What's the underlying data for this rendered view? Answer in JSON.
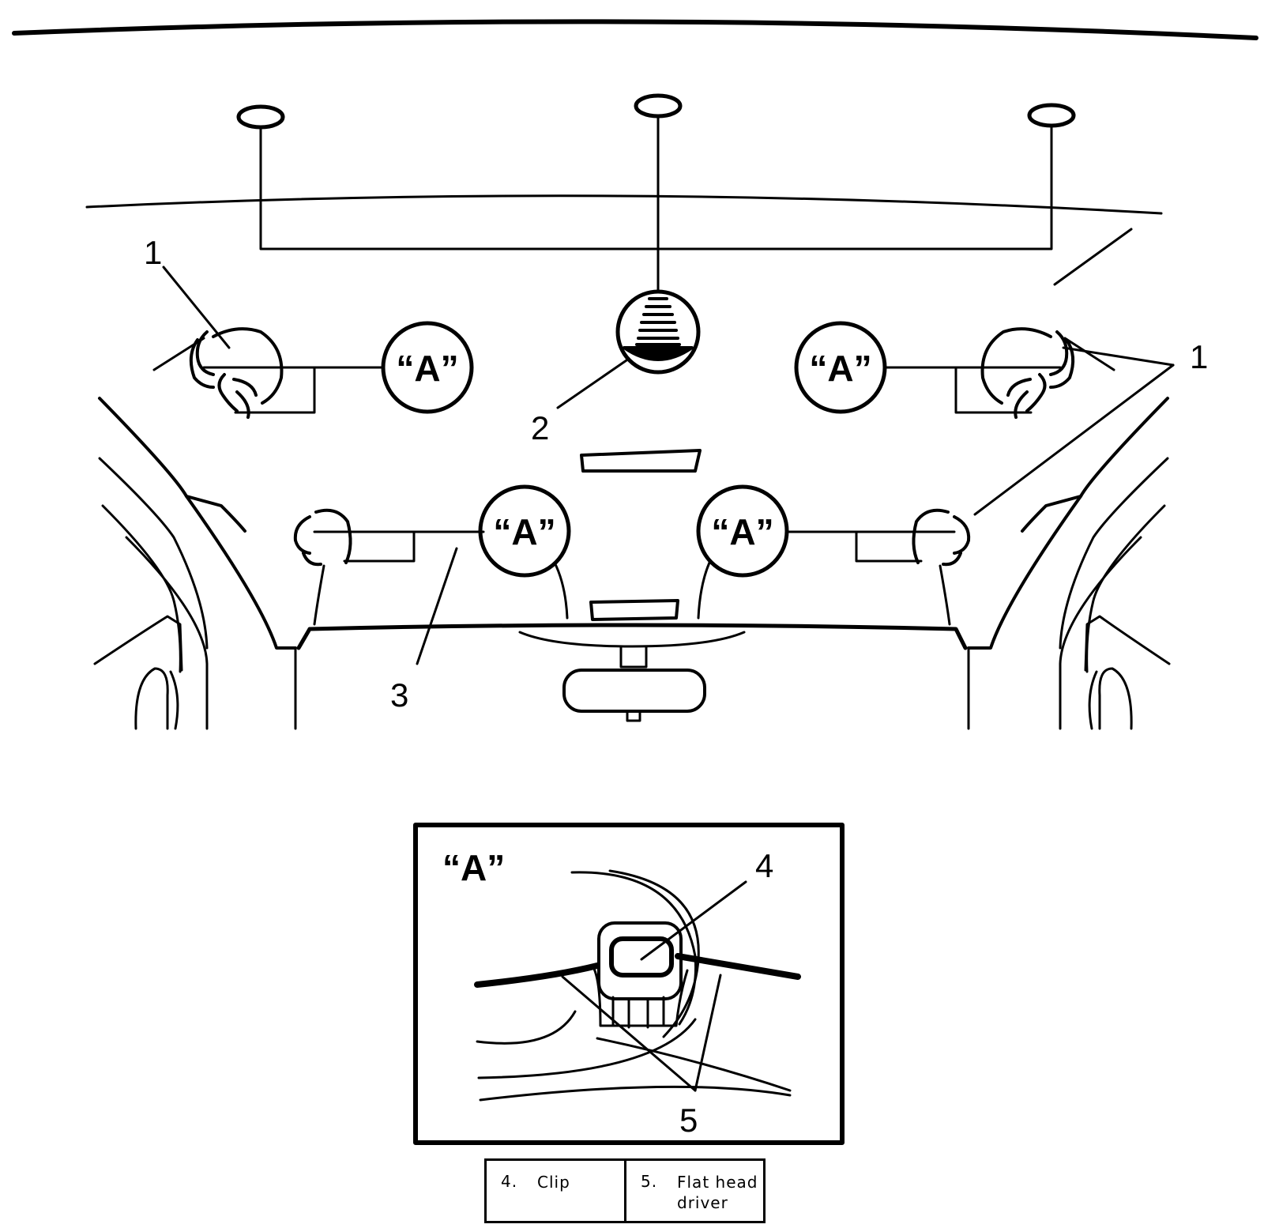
{
  "callouts": {
    "c1_left": "1",
    "c1_right": "1",
    "c2": "2",
    "c3": "3",
    "c4": "4",
    "c5": "5"
  },
  "detail_marker": "“A”",
  "detail_title": "“A”",
  "legend": [
    {
      "num": "4.",
      "text": "Clip"
    },
    {
      "num": "5.",
      "text": "Flat head driver"
    }
  ]
}
